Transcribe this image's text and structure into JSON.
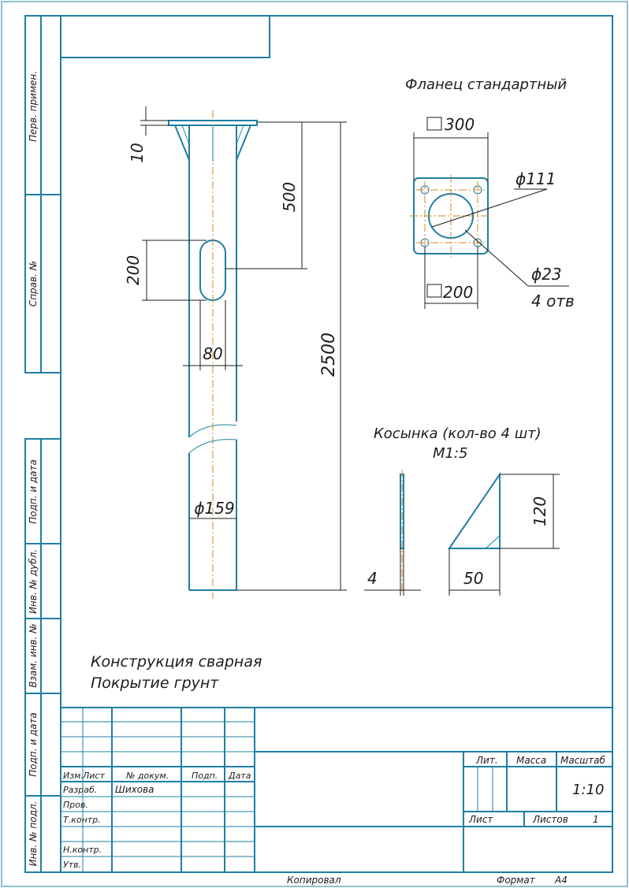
{
  "drawing": {
    "flange_title": "Фланец стандартный",
    "gusset_title": "Косынка (кол-во 4 шт)",
    "gusset_scale": "М1:5",
    "notes": [
      "Конструкция сварная",
      "Покрытие грунт"
    ],
    "dims": {
      "top_plate": "10",
      "gusset_height": "500",
      "slot_height": "200",
      "slot_width": "80",
      "total_length": "2500",
      "pipe_diameter": "ϕ159",
      "flange_outer": "300",
      "flange_bolt_spacing": "200",
      "flange_bore": "ϕ111",
      "flange_hole": "ϕ23",
      "flange_hole_count": "4 отв",
      "gusset_thickness": "4",
      "gusset_h": "120",
      "gusset_w": "50"
    }
  },
  "side_labels": [
    "Перв. примен.",
    "Справ. №",
    "Подп. и дата",
    "Инв. № дубл.",
    "Взам. инв. №",
    "Подп. и дата",
    "Инв. № подл."
  ],
  "title_block": {
    "col_headers": [
      "Изм.",
      "Лист",
      "№ докум.",
      "Подп.",
      "Дата"
    ],
    "rows": [
      "Разраб.",
      "Пров.",
      "Т.контр.",
      "",
      "Н.контр.",
      "Утв."
    ],
    "developer": "Шихова",
    "lit_label": "Лит.",
    "mass_label": "Масса",
    "scale_label": "Масштаб",
    "scale_value": "1:10",
    "sheet_label": "Лист",
    "sheets_label": "Листов",
    "sheets_value": "1"
  },
  "footer": {
    "copied": "Копировал",
    "format_label": "Формат",
    "format_value": "А4"
  }
}
